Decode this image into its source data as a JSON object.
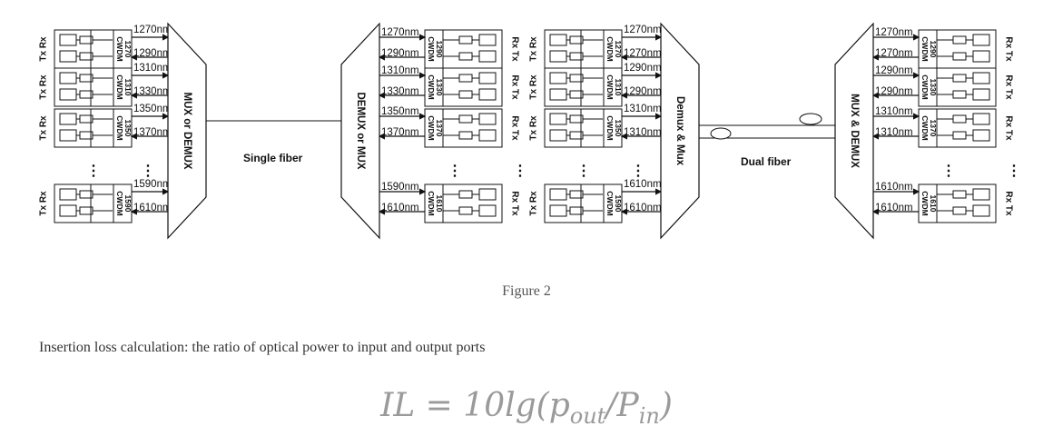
{
  "figure": {
    "caption": "Figure 2",
    "left_system": {
      "mux_label": "MUX or DEMUX",
      "demux_label": "DEMUX or MUX",
      "fiber_label": "Single fiber",
      "left_modules": [
        {
          "side_label": "Tx Rx",
          "chip": "CWDM",
          "code": "1270",
          "out_nm": "1270nm",
          "in_nm": "1290nm"
        },
        {
          "side_label": "Tx Rx",
          "chip": "CWDM",
          "code": "1310",
          "out_nm": "1310nm",
          "in_nm": "1330nm"
        },
        {
          "side_label": "Tx Rx",
          "chip": "CWDM",
          "code": "1350",
          "out_nm": "1350nm",
          "in_nm": "1370nm"
        },
        {
          "side_label": "Tx Rx",
          "chip": "CWDM",
          "code": "1590",
          "out_nm": "1590nm",
          "in_nm": "1610nm"
        }
      ],
      "right_modules": [
        {
          "side_label": "Rx Tx",
          "chip": "CWDM",
          "code": "1290",
          "out_nm": "1270nm",
          "in_nm": "1290nm"
        },
        {
          "side_label": "Rx Tx",
          "chip": "CWDM",
          "code": "1330",
          "out_nm": "1310nm",
          "in_nm": "1330nm"
        },
        {
          "side_label": "Rx Tx",
          "chip": "CWDM",
          "code": "1370",
          "out_nm": "1350nm",
          "in_nm": "1370nm"
        },
        {
          "side_label": "Rx Tx",
          "chip": "CWDM",
          "code": "1610",
          "out_nm": "1590nm",
          "in_nm": "1610nm"
        }
      ]
    },
    "right_system": {
      "mux_label": "Demux & Mux",
      "demux_label": "MUX & DEMUX",
      "fiber_label": "Dual fiber",
      "left_modules": [
        {
          "side_label": "Tx Rx",
          "chip": "CWDM",
          "code": "1270",
          "out_nm": "1270nm",
          "in_nm": "1270nm"
        },
        {
          "side_label": "Tx Rx",
          "chip": "CWDM",
          "code": "1310",
          "out_nm": "1290nm",
          "in_nm": "1290nm"
        },
        {
          "side_label": "Tx Rx",
          "chip": "CWDM",
          "code": "1350",
          "out_nm": "1310nm",
          "in_nm": "1310nm"
        },
        {
          "side_label": "Tx Rx",
          "chip": "CWDM",
          "code": "1590",
          "out_nm": "1610nm",
          "in_nm": "1610nm"
        }
      ],
      "right_modules": [
        {
          "side_label": "Rx Tx",
          "chip": "CWDM",
          "code": "1290",
          "out_nm": "1270nm",
          "in_nm": "1270nm"
        },
        {
          "side_label": "Rx Tx",
          "chip": "CWDM",
          "code": "1330",
          "out_nm": "1290nm",
          "in_nm": "1290nm"
        },
        {
          "side_label": "Rx Tx",
          "chip": "CWDM",
          "code": "1370",
          "out_nm": "1310nm",
          "in_nm": "1310nm"
        },
        {
          "side_label": "Rx Tx",
          "chip": "CWDM",
          "code": "1610",
          "out_nm": "1610nm",
          "in_nm": "1610nm"
        }
      ]
    },
    "ellipsis": "⋮"
  },
  "description": "Insertion loss calculation: the ratio of optical power to input and output ports",
  "formula": {
    "lhs": "IL",
    "eq": " = ",
    "func": "10lg(",
    "p_out": "p",
    "p_out_sub": "out",
    "slash": "/",
    "p_in": "P",
    "p_in_sub": "in",
    "close": ")"
  }
}
